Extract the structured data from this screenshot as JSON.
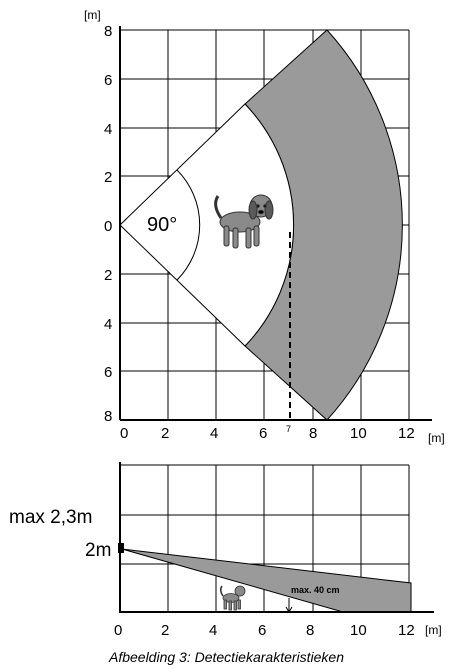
{
  "top_view": {
    "unit_label": "[m]",
    "y_ticks": [
      "8",
      "6",
      "4",
      "2",
      "0",
      "2",
      "4",
      "6",
      "8"
    ],
    "x_ticks": [
      "0",
      "2",
      "4",
      "6",
      "8",
      "10",
      "12"
    ],
    "extra_tick": "7",
    "angle_label": "90°",
    "colors": {
      "detection_zone": "#9a9a9a",
      "line": "#000000"
    }
  },
  "side_view": {
    "unit_label": "[m]",
    "x_ticks": [
      "0",
      "2",
      "4",
      "6",
      "8",
      "10",
      "12"
    ],
    "height_max_label": "max 2,3m",
    "height_label": "2m",
    "pet_height_label": "max. 40 cm"
  },
  "caption": "Afbeelding 3: Detectiekarakteristieken"
}
